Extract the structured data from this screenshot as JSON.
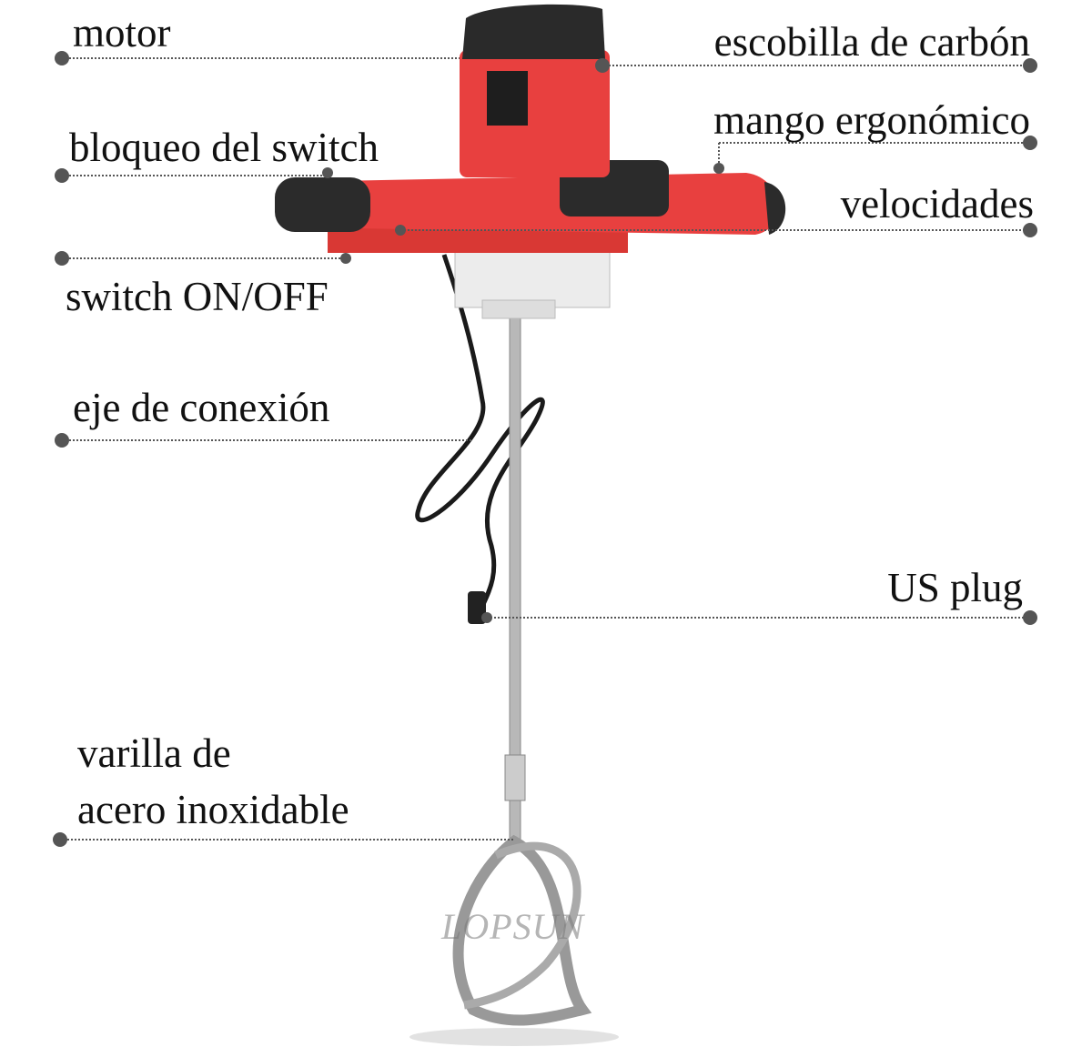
{
  "labels": {
    "motor": "motor",
    "carbon_brush": "escobilla de carbón",
    "ergonomic_handle": "mango ergonómico",
    "switch_lock": "bloqueo del switch",
    "speeds": "velocidades",
    "power_switch": "switch ON/OFF",
    "connection_shaft": "eje de conexión",
    "plug": "US plug",
    "rod_line1": "varilla de",
    "rod_line2": "acero inoxidable"
  },
  "watermark": "LOPSUN",
  "colors": {
    "body": "#e8403f",
    "grip": "#2b2b2b",
    "leader": "#555555"
  }
}
